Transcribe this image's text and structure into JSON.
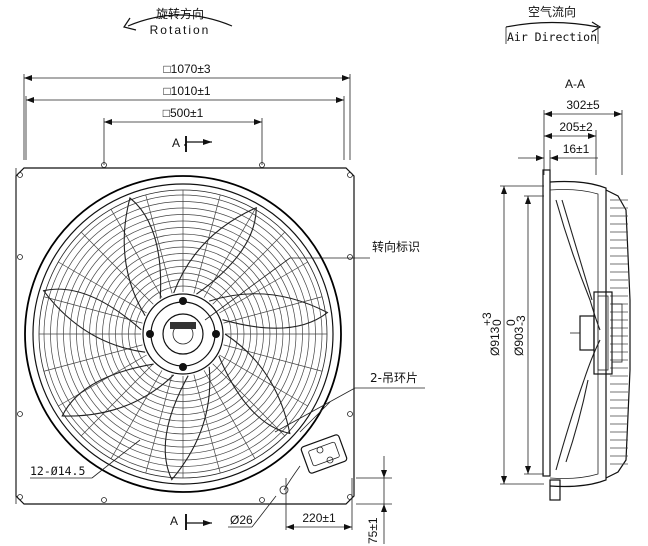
{
  "rotation": {
    "cn": "旋转方向",
    "en": "Rotation"
  },
  "airflow": {
    "cn": "空气流向",
    "en": "Air Direction"
  },
  "front": {
    "dim_outer": "□1070±3",
    "dim_inner": "□1010±1",
    "dim_mid": "□500±1",
    "section_mark": "A",
    "label_rotation_marker": "转向标识",
    "label_lifting_rings": "2-吊环片",
    "hole_spec": "12-Ø14.5",
    "dim_cable": "Ø26",
    "dim_220": "220±1",
    "dim_75": "75±1"
  },
  "section": {
    "title": "A-A",
    "dim_depth_total": "302±5",
    "dim_depth_mid": "205±2",
    "dim_depth_small": "16±1",
    "dia_outer_base": "Ø913",
    "dia_outer_tol_upper": "+3",
    "dia_outer_tol_lower": "0",
    "dia_inner_base": "Ø903",
    "dia_inner_tol_upper": "0",
    "dia_inner_tol_lower": "-3"
  },
  "colors": {
    "line": "#111111",
    "background": "#ffffff"
  }
}
